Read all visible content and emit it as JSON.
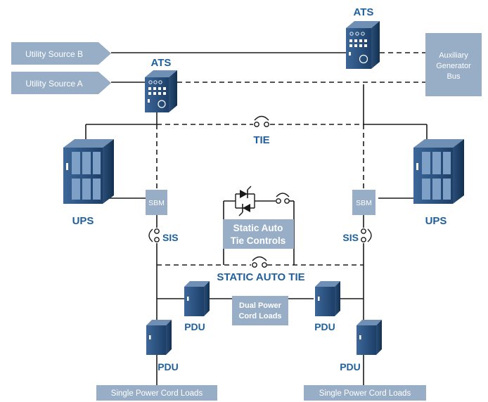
{
  "sources": {
    "utility_b": "Utility Source B",
    "utility_a": "Utility Source A",
    "aux_gen": [
      "Auxiliary",
      "Generator",
      "Bus"
    ]
  },
  "ats_left": "ATS",
  "ats_right": "ATS",
  "tie": "TIE",
  "ups_left": "UPS",
  "ups_right": "UPS",
  "sbm_left": "SBM",
  "sbm_right": "SBM",
  "sis_left": "SIS",
  "sis_right": "SIS",
  "static_controls": [
    "Static Auto",
    "Tie Controls"
  ],
  "static_auto_tie": "STATIC AUTO TIE",
  "dual_loads": [
    "Dual Power",
    "Cord Loads"
  ],
  "pdu_labels": [
    "PDU",
    "PDU",
    "PDU",
    "PDU"
  ],
  "single_loads_left": "Single Power Cord Loads",
  "single_loads_right": "Single Power Cord Loads",
  "colors": {
    "accent": "#1f5f9c",
    "box": "#98aec6",
    "cabinet": "#2a4f7e"
  }
}
